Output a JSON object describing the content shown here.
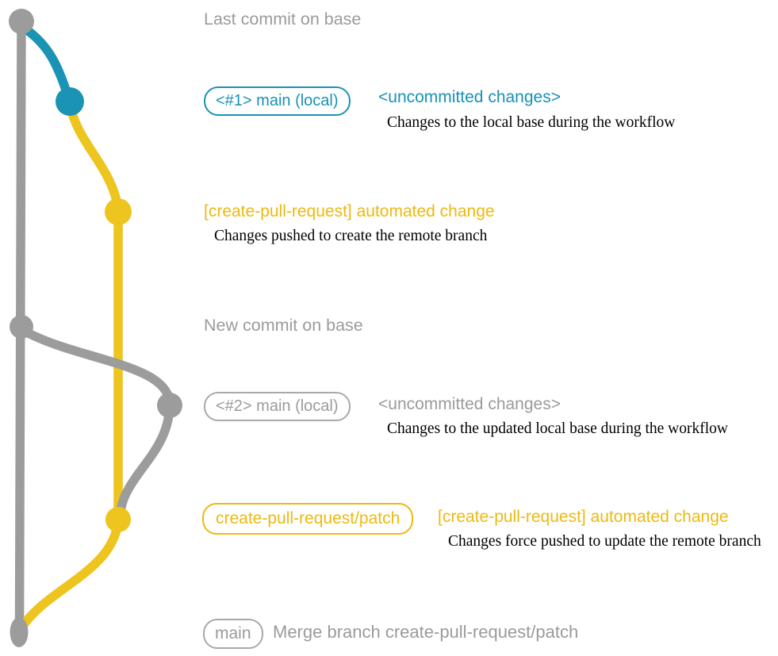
{
  "page": {
    "background": "#ffffff"
  },
  "colors": {
    "gray": "#9b9b9b",
    "graph_gray": "#9c9c9c",
    "teal": "#1792b4",
    "graph_teal": "#1a93b4",
    "yellow_graph": "#eec41e",
    "yellow_text": "#edb90f",
    "description_text": "#000000"
  },
  "graph": {
    "branches": [
      {
        "name": "base-branch",
        "color": "#9c9c9c"
      },
      {
        "name": "main-local-uncommitted-1",
        "color": "#1a93b4"
      },
      {
        "name": "create-pull-request-patch-branch",
        "color": "#eec41e"
      },
      {
        "name": "main-local-uncommitted-2",
        "color": "#9c9c9c"
      },
      {
        "name": "merge-branch",
        "color": "#eec41e"
      }
    ],
    "nodes": [
      {
        "name": "commit-last-on-base",
        "color": "#9c9c9c"
      },
      {
        "name": "commit-uncommitted-changes-1",
        "color": "#1a93b4"
      },
      {
        "name": "commit-automated-change-1",
        "color": "#eec41e"
      },
      {
        "name": "commit-new-on-base",
        "color": "#9c9c9c"
      },
      {
        "name": "commit-uncommitted-changes-2",
        "color": "#9c9c9c"
      },
      {
        "name": "commit-automated-change-2",
        "color": "#eec41e"
      },
      {
        "name": "commit-merge",
        "color": "#9c9c9c"
      }
    ]
  },
  "annotations": {
    "row1": {
      "label": "Last commit on base"
    },
    "row2": {
      "badge": "<#1> main (local)",
      "heading": "<uncommitted changes>",
      "description": "Changes to the local base during the workflow"
    },
    "row3": {
      "heading": "[create-pull-request] automated change",
      "description": "Changes pushed to create the remote branch"
    },
    "row4": {
      "label": "New commit on base"
    },
    "row5": {
      "badge": "<#2> main (local)",
      "heading": "<uncommitted changes>",
      "description": "Changes to the updated local base during the workflow"
    },
    "row6": {
      "badge": "create-pull-request/patch",
      "heading": "[create-pull-request] automated change",
      "description": "Changes force pushed to update the remote branch"
    },
    "row7": {
      "badge": "main",
      "heading": "Merge branch create-pull-request/patch"
    }
  }
}
